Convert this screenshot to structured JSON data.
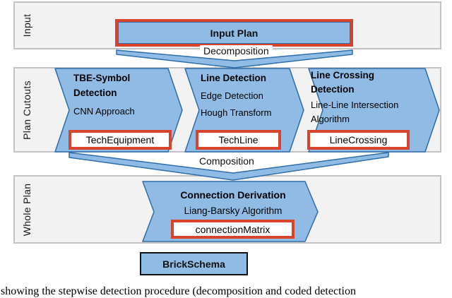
{
  "lanes": [
    {
      "label": "Input"
    },
    {
      "label": "Plan Cutouts"
    },
    {
      "label": "Whole Plan"
    }
  ],
  "input_plan": {
    "title": "Input Plan"
  },
  "arrows": {
    "decomposition": "Decomposition",
    "composition": "Composition"
  },
  "cutouts": [
    {
      "title": "TBE-Symbol Detection",
      "lines": [
        "CNN Approach"
      ],
      "tag": "TechEquipment"
    },
    {
      "title": "Line Detection",
      "lines": [
        "Edge Detection",
        "Hough Transform"
      ],
      "tag": "TechLine"
    },
    {
      "title": "Line Crossing Detection",
      "lines": [
        "Line-Line Intersection",
        "Algorithm"
      ],
      "tag": "LineCrossing"
    }
  ],
  "whole_plan": {
    "title": "Connection Derivation",
    "subtitle": "Liang-Barsky Algorithm",
    "tag": "connectionMatrix"
  },
  "output": {
    "label": "BrickSchema"
  },
  "caption": "showing the stepwise detection procedure (decomposition and coded detection",
  "colors": {
    "shape_fill": "#8fbbe5",
    "shape_stroke": "#2e6da8",
    "highlight_border": "#d8432c",
    "lane_bg": "#f2f2f2",
    "lane_border": "#c3c3c3"
  }
}
